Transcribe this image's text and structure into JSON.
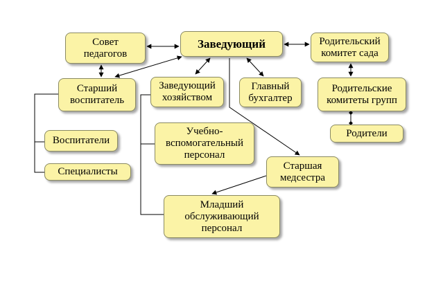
{
  "nodes": {
    "head": "Заведующий",
    "council": "Совет\nпедагогов",
    "parent_committee": "Родительский\nкомитет сада",
    "senior_educator": "Старший\nвоспитатель",
    "household_head": "Заведующий\nхозяйством",
    "chief_accountant": "Главный\nбухгалтер",
    "group_committees": "Родительские\nкомитеты групп",
    "educators": "Воспитатели",
    "specialists": "Специалисты",
    "support_staff": "Учебно-\nвспомогательный\nперсонал",
    "senior_nurse": "Старшая\nмедсестра",
    "parents": "Родители",
    "junior_staff": "Младший\nобслуживающий\nперсонал"
  }
}
